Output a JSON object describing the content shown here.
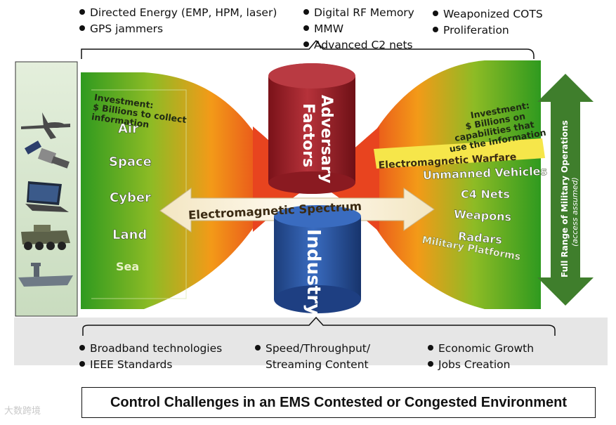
{
  "top_bullets": {
    "col1": [
      "Directed Energy (EMP, HPM, laser)",
      "GPS jammers"
    ],
    "col2": [
      "Digital RF Memory",
      "MMW",
      "Advanced C2 nets"
    ],
    "col3": [
      "Weaponized COTS",
      "Proliferation"
    ]
  },
  "bottom_bullets": {
    "col1": [
      "Broadband technologies",
      "IEEE Standards"
    ],
    "col2_line1": "Speed/Throughput/",
    "col2_line2": "Streaming Content",
    "col3": [
      "Economic Growth",
      "Jobs Creation"
    ]
  },
  "left_panel": {
    "investment_line1": "Investment:",
    "investment_line2": "$ Billions to collect",
    "investment_line3": "information",
    "domains": [
      "Air",
      "Space",
      "Cyber",
      "Land",
      "Sea"
    ]
  },
  "right_panel": {
    "investment_line1": "Investment:",
    "investment_line2": "$ Billions on",
    "investment_line3": "capabilities that",
    "investment_line4": "use the information",
    "banner": "Electromagnetic Warfare",
    "items": [
      "Unmanned Vehicles",
      "C4 Nets",
      "Weapons",
      "Radars",
      "Military Platforms"
    ]
  },
  "center": {
    "top_cylinder_line1": "Adversary",
    "top_cylinder_line2": "Factors",
    "bottom_cylinder": "Industry",
    "spectrum_arrow": "Electromagnetic Spectrum"
  },
  "side_arrow": {
    "line1": "Full Range of Military Operations",
    "line2": "(access assumed)"
  },
  "title": "Control Challenges in an EMS Contested or Congested Environment",
  "watermark": "大数跨境",
  "colors": {
    "wing_edge_green": "#2f9a1f",
    "wing_center_red": "#e5361c",
    "wing_mid_orange": "#f39a18",
    "cylinder_top": "#a3222a",
    "cylinder_bottom": "#2a5aa8",
    "side_arrow_green": "#3f7e2c",
    "banner_yellow": "#f6e64a"
  }
}
